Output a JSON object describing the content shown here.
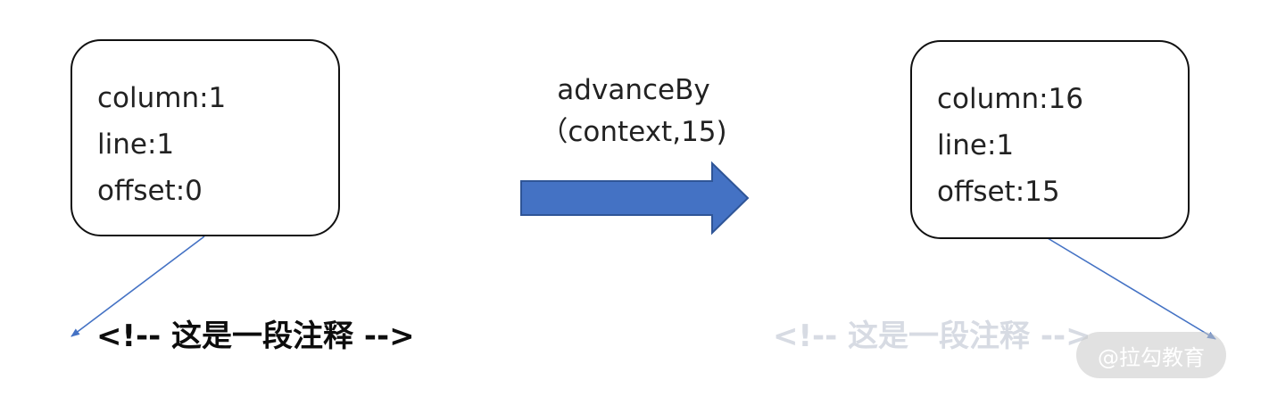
{
  "before": {
    "column": "column:1",
    "line": "line:1",
    "offset": "offset:0"
  },
  "operation": {
    "name": "advanceBy",
    "args": "（context,15)"
  },
  "after": {
    "column": "column:16",
    "line": "line:1",
    "offset": "offset:15"
  },
  "comment_before": "<!-- 这是一段注释 -->",
  "comment_after": "<!-- 这是一段注释 -->",
  "watermark": "@拉勾教育",
  "colors": {
    "arrow_fill": "#4472c4",
    "arrow_stroke": "#2f5597",
    "connector": "#4472c4",
    "faded_comment": "#d7dbe3"
  }
}
